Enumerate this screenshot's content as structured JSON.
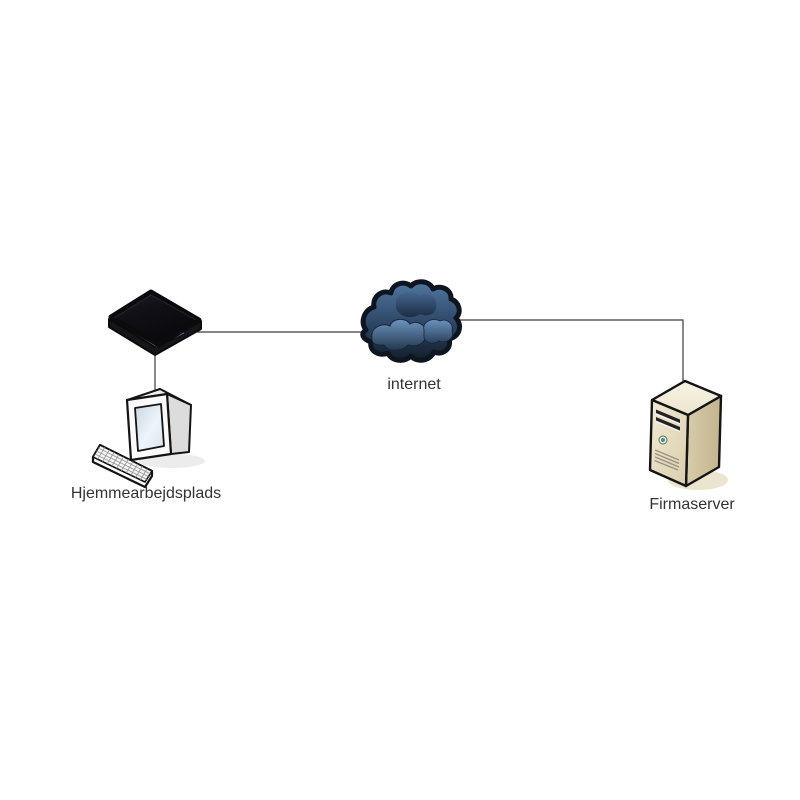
{
  "diagram": {
    "type": "network-diagram",
    "background_color": "#ffffff",
    "line_color": "#3d3d3d",
    "text_color": "#333333",
    "nodes": [
      {
        "id": "router",
        "icon": "router-device",
        "label": ""
      },
      {
        "id": "home-workstation",
        "icon": "desktop-computer",
        "label": "Hjemmearbejdsplads"
      },
      {
        "id": "internet",
        "icon": "internet-cloud",
        "label": "internet"
      },
      {
        "id": "company-server",
        "icon": "server-tower",
        "label": "Firmaserver"
      }
    ],
    "connections": [
      {
        "from": "router",
        "to": "home-workstation"
      },
      {
        "from": "router",
        "to": "internet"
      },
      {
        "from": "internet",
        "to": "company-server"
      }
    ],
    "colors": {
      "cloud_outline": "#0e1520",
      "cloud_top": "#5a83ae",
      "cloud_bottom": "#131e2b",
      "cloud_puff_light": "#7099c4",
      "server_top": "#f6f1e1",
      "server_front": "#ece4cb",
      "server_side": "#cfc3a0",
      "server_led": "#31a065",
      "server_shadow": "#e7dfc6",
      "router_body": "#0d0d11",
      "router_port_blue": "#5b7fb5",
      "monitor_body": "#fafafa",
      "monitor_screen": "#dce6ee"
    }
  }
}
